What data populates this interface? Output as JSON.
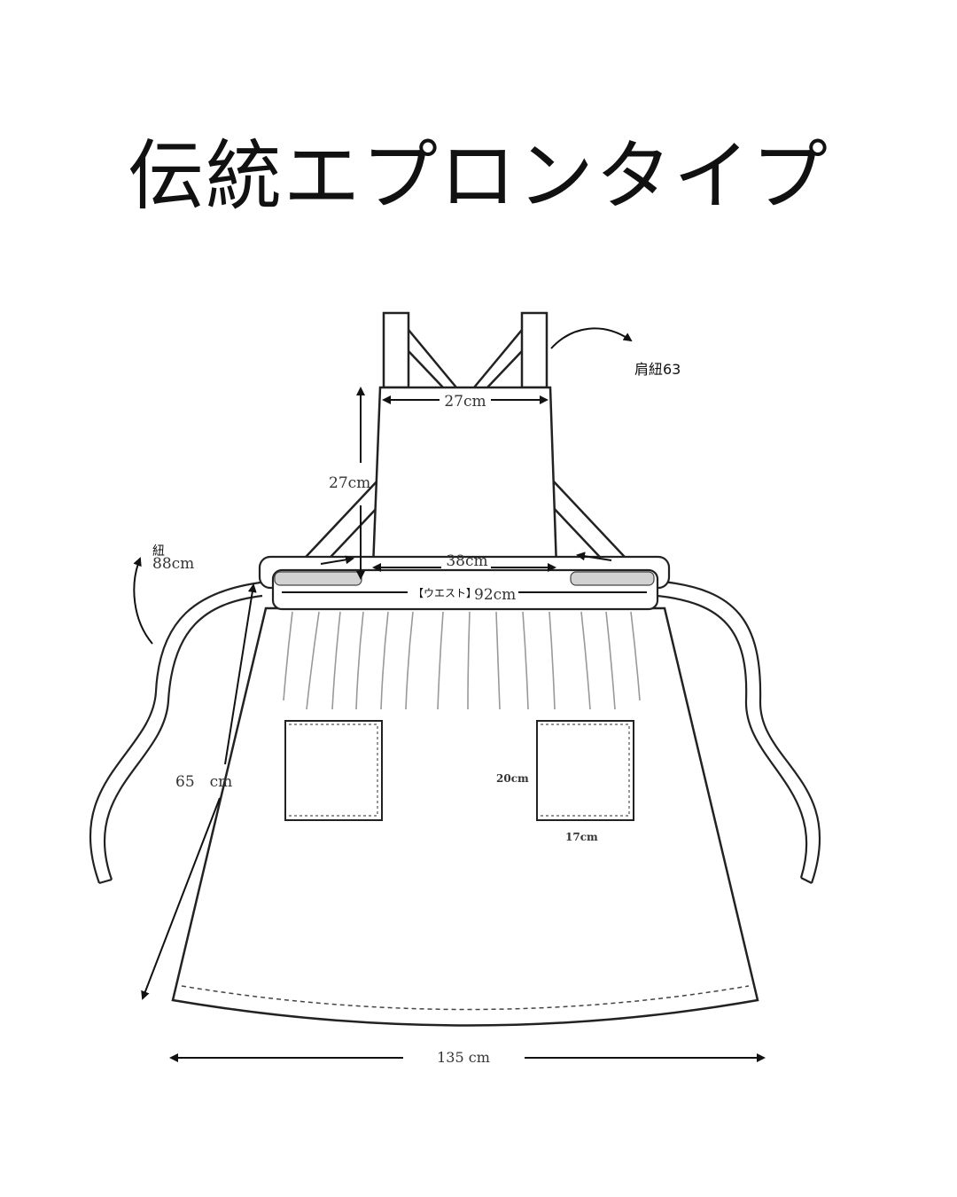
{
  "title": "伝統エプロンタイプ",
  "labels": {
    "shoulder_strap": "肩紐63",
    "bib_width": "27cm",
    "bib_height": "27cm",
    "tie_label": "紐",
    "tie_length": "88cm",
    "waist_inner": "38cm",
    "waist_label": "【ウエスト】",
    "waist_length": "92cm",
    "skirt_length": "65　cm",
    "pocket_height": "20cm",
    "pocket_width": "17cm",
    "hem_width": "135 cm"
  }
}
